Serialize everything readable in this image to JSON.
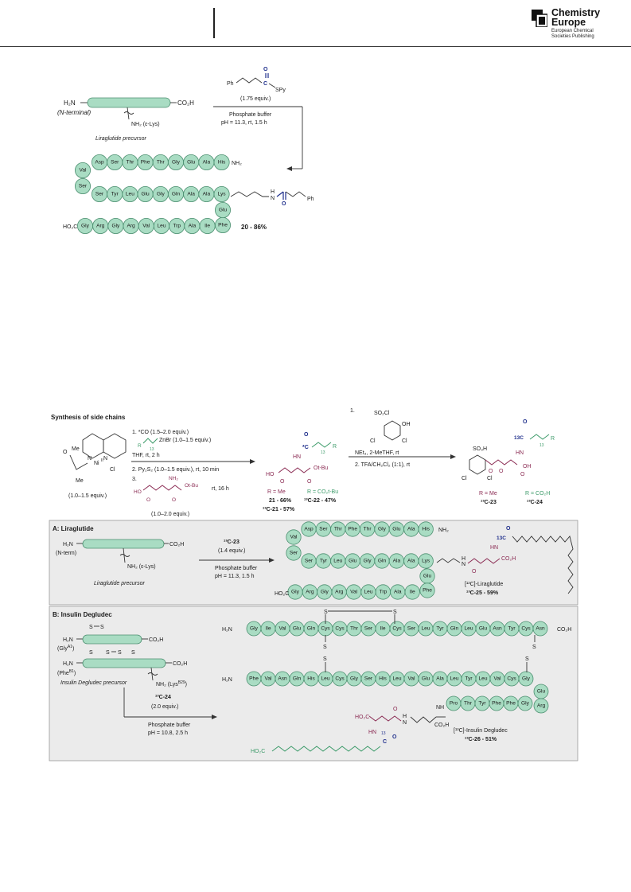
{
  "header": {
    "publisher_title_line1": "Chemistry",
    "publisher_title_line2": "Europe",
    "publisher_sub_line1": "European Chemical",
    "publisher_sub_line2": "Societies Publishing"
  },
  "top_scheme": {
    "nh2_terminal": "H₂N",
    "n_terminal": "(N-terminal)",
    "co2h": "CO₂H",
    "lys_nh2": "NH₂ (ε-Lys)",
    "precursor": "Liraglutide precursor",
    "reagent_ph": "Ph",
    "reagent_spy": "SPy",
    "reagent_o": "O",
    "reagent_c": "C",
    "reagent_equiv": "(1.75 equiv.)",
    "cond_1": "Phosphate buffer",
    "cond_2": "pH = 11.3, rt, 1.5 h",
    "row1": [
      "Asp",
      "Ser",
      "Thr",
      "Phe",
      "Thr",
      "Gly",
      "Glu",
      "Ala",
      "His"
    ],
    "val": "Val",
    "ser": "Ser",
    "row2": [
      "Ser",
      "Tyr",
      "Leu",
      "Glu",
      "Gly",
      "Gln",
      "Ala",
      "Ala",
      "Lys"
    ],
    "glu": "Glu",
    "phe": "Phe",
    "row3": [
      "Gly",
      "Arg",
      "Gly",
      "Arg",
      "Val",
      "Leu",
      "Trp",
      "Ala",
      "Ile"
    ],
    "nh2": "NH₂",
    "ho2c": "HO₂C",
    "h": "H",
    "n": "N",
    "o": "O",
    "ph": "Ph",
    "yield": "20 - 86%"
  },
  "bottom": {
    "title": "Synthesis of side chains",
    "ni_me1": "Me",
    "ni_me2": "Me",
    "ni_o": "O",
    "ni_n1": "N",
    "ni_n2": "N",
    "ni_ni": "Ni",
    "ni_ox": "II",
    "ni_cl": "Cl",
    "ni_equiv": "(1.0–1.5 equiv.)",
    "step1": "1. *CO (1.5–2.0 equiv.)",
    "step1b": "ZnBr (1.0–1.5 equiv.)",
    "step1_r": "R",
    "step1_13": "13",
    "step1c": "THF, rt, 2 h",
    "step2": "2. Py₂S₂ (1.0–1.5 equiv.), rt, 10 min",
    "step3": "3.",
    "step3_nh2": "NH₂",
    "step3_otbu": "Ot-Bu",
    "step3_ho": "HO",
    "step3_o1": "O",
    "step3_o2": "O",
    "step3_cond": "rt, 16 h",
    "step3_equiv": "(1.0–2.0 equiv.)",
    "mid_o": "O",
    "mid_c": "*C",
    "mid_r": "R",
    "mid_13": "13",
    "mid_hn": "HN",
    "mid_ho": "HO",
    "mid_otbu": "Ot-Bu",
    "mid_o2": "O",
    "mid_o3": "O",
    "r_me": "R = Me",
    "r_co2tbu": "R = CO₂t-Bu",
    "c21": "21 - 66%",
    "c13_21": "¹³C-21 - 57%",
    "c13_22": "¹³C-22 - 47%",
    "right_1": "1.",
    "right_so2cl": "SO₂Cl",
    "right_oh": "OH",
    "right_cl1": "Cl",
    "right_cl2": "Cl",
    "right_cond1": "NEt₃, 2-MeTHF, rt",
    "right_cond2": "2. TFA/CH₂Cl₂ (1:1), rt",
    "prod_so3h": "SO₃H",
    "prod_o": "O",
    "prod_13c": "13C",
    "prod_13": "13",
    "prod_r": "R",
    "prod_hn": "HN",
    "prod_oh": "OH",
    "prod_o2": "O",
    "prod_o3": "O",
    "prod_cl1": "Cl",
    "prod_cl2": "Cl",
    "prod_r_me": "R = Me",
    "prod_r_co2h": "R = CO₂H",
    "prod_23": "¹³C-23",
    "prod_24": "¹³C-24"
  },
  "panel_a": {
    "title": "A: Liraglutide",
    "h2n": "H₂N",
    "nterm": "(N-term)",
    "co2h": "CO₂H",
    "lys": "NH₂ (ε-Lys)",
    "precursor": "Liraglutide precursor",
    "reagent": "¹³C-23",
    "equiv": "(1.4 equiv.)",
    "cond1": "Phosphate buffer",
    "cond2": "pH = 11.3, 1.5 h",
    "row1": [
      "Asp",
      "Ser",
      "Thr",
      "Phe",
      "Thr",
      "Gly",
      "Glu",
      "Ala",
      "His"
    ],
    "val": "Val",
    "ser": "Ser",
    "row2": [
      "Ser",
      "Tyr",
      "Leu",
      "Glu",
      "Gly",
      "Gln",
      "Ala",
      "Ala",
      "Lys"
    ],
    "glu": "Glu",
    "phe": "Phe",
    "row3": [
      "Gly",
      "Arg",
      "Gly",
      "Arg",
      "Val",
      "Leu",
      "Trp",
      "Ala",
      "Ile"
    ],
    "nh2": "NH₂",
    "ho2c": "HO₂C",
    "h": "H",
    "n": "N",
    "o": "O",
    "o2": "O",
    "c13": "13C",
    "hn": "HN",
    "co2h2": "CO₂H",
    "product": "[¹³C]-Liraglutide",
    "yield": "¹³C-25 - 59%"
  },
  "panel_b": {
    "title": "B: Insulin Degludec",
    "s1": "S",
    "s2": "S",
    "s3": "S",
    "s4": "S",
    "s5": "S",
    "s6": "S",
    "h2n1": "H₂N",
    "gly": "(Gly",
    "gly_sup": "A1",
    "gly_close": ")",
    "co2h1": "CO₂H",
    "h2n2": "H₂N",
    "phe": "(Phe",
    "phe_sup": "B1",
    "phe_close": ")",
    "co2h2": "CO₂H",
    "precursor": "Insulin Degludec precursor",
    "lys": "NH₂ (Lys",
    "lys_sup": "B29",
    "lys_close": ")",
    "reagent": "¹³C-24",
    "equiv": "(2.0 equiv.)",
    "cond1": "Phosphate buffer",
    "cond2": "pH = 10.8, 2.5 h",
    "a_chain": [
      "Gly",
      "Ile",
      "Val",
      "Glu",
      "Gln",
      "Cys",
      "Cys",
      "Thr",
      "Ser",
      "Ile",
      "Cys",
      "Ser",
      "Leu",
      "Tyr",
      "Gln",
      "Leu",
      "Glu",
      "Asn",
      "Tyr",
      "Cys",
      "Asn"
    ],
    "b_chain": [
      "Phe",
      "Val",
      "Asn",
      "Gln",
      "His",
      "Leu",
      "Cys",
      "Gly",
      "Ser",
      "His",
      "Leu",
      "Val",
      "Glu",
      "Ala",
      "Leu",
      "Tyr",
      "Leu",
      "Val",
      "Cys",
      "Gly"
    ],
    "b_glu": "Glu",
    "b_arg": "Arg",
    "b_tail": [
      "Pro",
      "Thr",
      "Tyr",
      "Phe",
      "Phe",
      "Gly"
    ],
    "h2n_a": "H₂N",
    "h2n_b": "H₂N",
    "co2h_a": "CO₂H",
    "ss1a": "S",
    "ss1b": "S",
    "ss2a": "S",
    "ss2b": "S",
    "ss3a": "S",
    "ss3b": "S",
    "ho2c": "HO₂C",
    "o1": "O",
    "h1": "H",
    "n1": "N",
    "hn": "HN",
    "c13": "13",
    "c": "C",
    "o2": "O",
    "nh": "NH",
    "co2h3": "CO₂H",
    "ho2c2": "HO₂C",
    "product": "[¹³C]-Insulin Degludec",
    "yield": "¹³C-26 - 51%"
  }
}
